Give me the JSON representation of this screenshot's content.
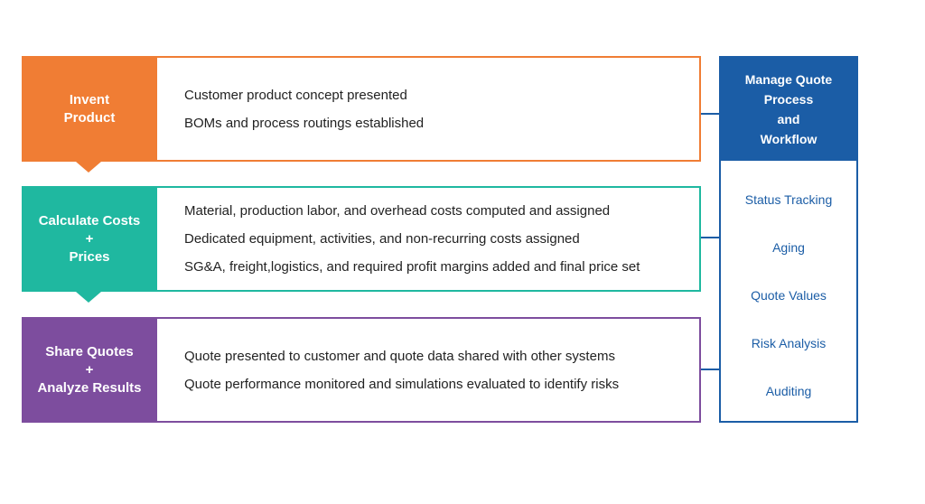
{
  "stages": [
    {
      "label_lines": [
        "Invent",
        "Product"
      ],
      "lines": [
        "Customer product concept presented",
        "BOMs and process routings established"
      ],
      "color": "#f07d34"
    },
    {
      "label_lines": [
        "Calculate Costs",
        "+",
        "Prices"
      ],
      "lines": [
        "Material, production labor, and overhead costs computed and assigned",
        "Dedicated equipment, activities, and non-recurring costs assigned",
        "SG&A, freight,logistics, and required profit margins added and final price set"
      ],
      "color": "#1fb8a0"
    },
    {
      "label_lines": [
        "Share Quotes",
        "+",
        "Analyze Results"
      ],
      "lines": [
        "Quote presented to customer and quote data shared with other systems",
        "Quote performance monitored and simulations evaluated to identify risks"
      ],
      "color": "#7d4d9e"
    }
  ],
  "panel": {
    "title_lines": [
      "Manage Quote",
      "Process",
      "and",
      "Workflow"
    ],
    "items": [
      "Status Tracking",
      "Aging",
      "Quote Values",
      "Risk Analysis",
      "Auditing"
    ],
    "color": "#1b5da6"
  }
}
